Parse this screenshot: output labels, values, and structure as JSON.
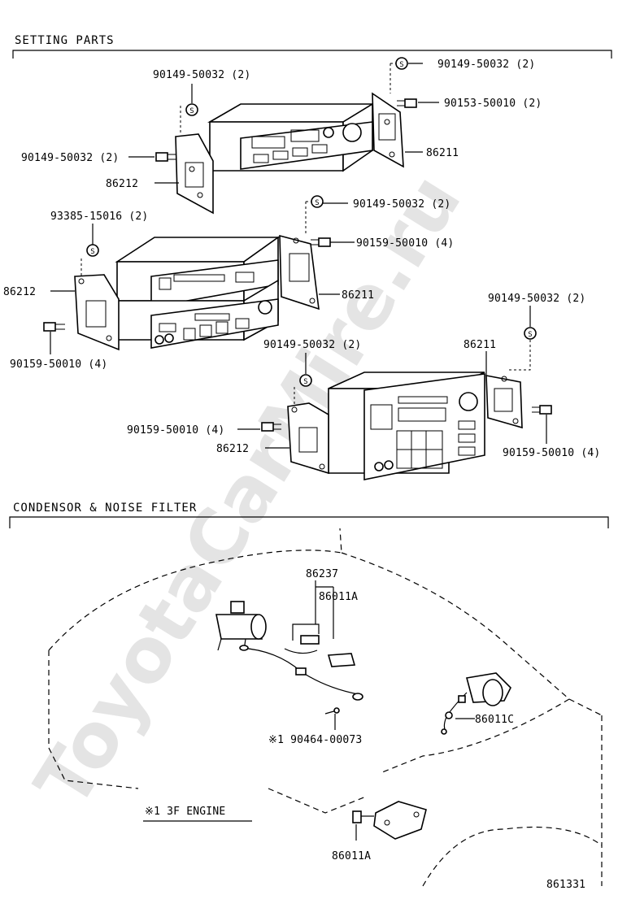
{
  "watermark": "ToyotaCarMire.ru",
  "sections": {
    "setting_parts": "SETTING PARTS",
    "condensor": "CONDENSOR & NOISE FILTER"
  },
  "labels": {
    "a1": "90149-50032 (2)",
    "a2": "90149-50032 (2)",
    "a3": "90153-50010 (2)",
    "a4": "90149-50032 (2)",
    "a5": "86211",
    "a6": "86212",
    "b1": "93385-15016 (2)",
    "b2": "90149-50032 (2)",
    "b3": "90159-50010 (4)",
    "b4": "86212",
    "b5": "86211",
    "b6": "90159-50010 (4)",
    "c1": "90149-50032 (2)",
    "c2": "90149-50032 (2)",
    "c3": "86211",
    "c4": "90159-50010 (4)",
    "c5": "86212",
    "c6": "90159-50010 (4)",
    "d1": "86237",
    "d2": "86011A",
    "d3": "86011C",
    "d4": "※1 90464-00073",
    "d5": "※1 3F ENGINE",
    "d6": "86011A",
    "fig": "861331"
  },
  "symbols": {
    "s": "S"
  }
}
